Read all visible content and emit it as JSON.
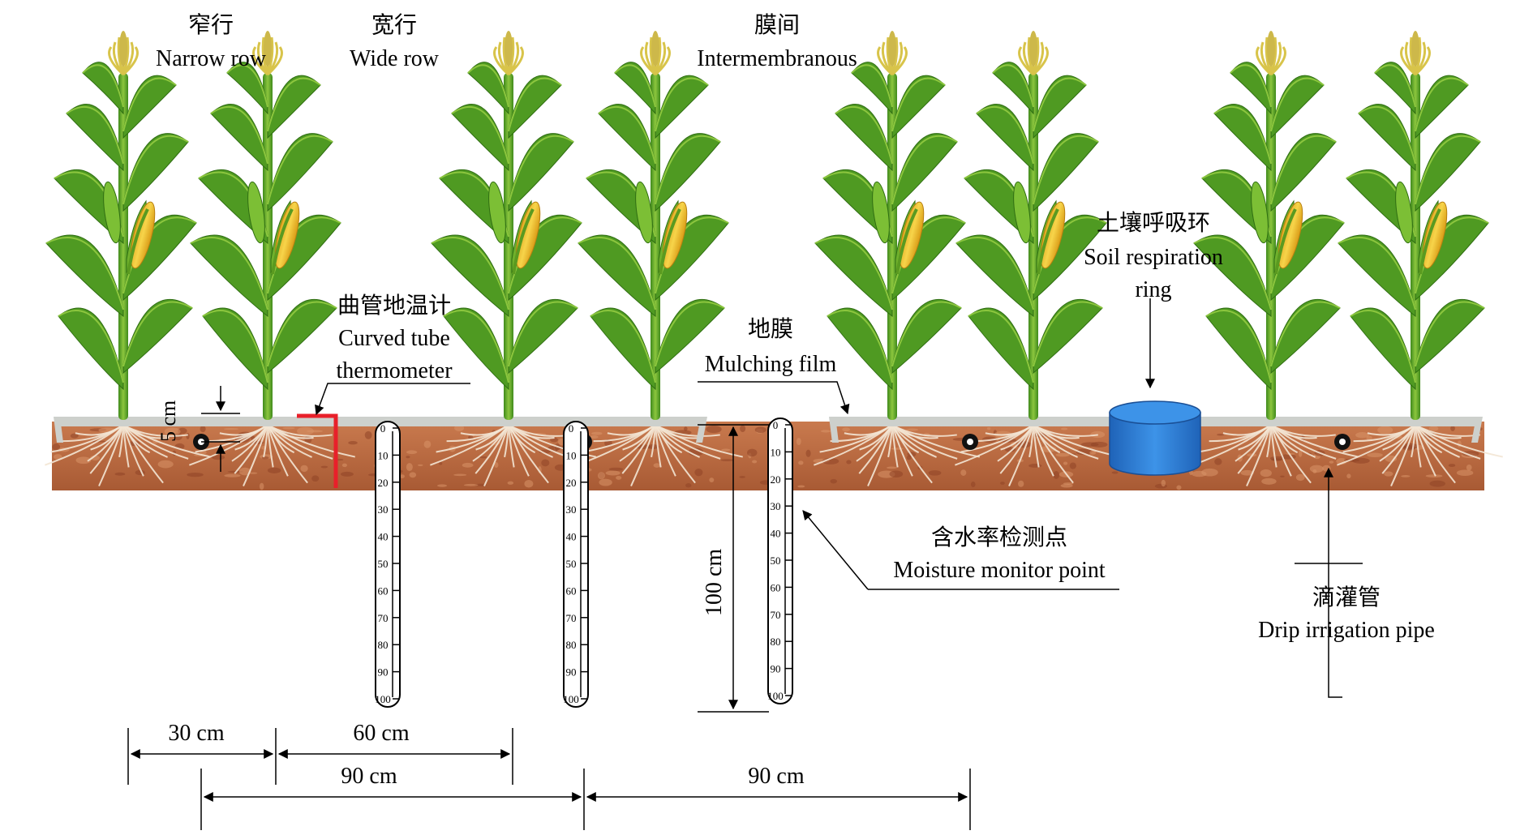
{
  "labels": {
    "narrow_row_cn": "窄行",
    "narrow_row_en": "Narrow row",
    "wide_row_cn": "宽行",
    "wide_row_en": "Wide row",
    "intermembranous_cn": "膜间",
    "intermembranous_en": "Intermembranous",
    "thermometer_cn": "曲管地温计",
    "thermometer_en1": "Curved tube",
    "thermometer_en2": "thermometer",
    "mulching_cn": "地膜",
    "mulching_en": "Mulching film",
    "respiration_cn": "土壤呼吸环",
    "respiration_en1": "Soil respiration",
    "respiration_en2": "ring",
    "moisture_cn": "含水率检测点",
    "moisture_en": "Moisture monitor point",
    "drip_cn": "滴灌管",
    "drip_en": "Drip irrigation pipe"
  },
  "dimensions": {
    "depth_5": "5 cm",
    "depth_100": "100 cm",
    "span_30": "30 cm",
    "span_60": "60 cm",
    "span_90_left": "90 cm",
    "span_90_right": "90 cm"
  },
  "tube_ticks": [
    "0",
    "10",
    "20",
    "30",
    "40",
    "50",
    "60",
    "70",
    "80",
    "90",
    "100"
  ],
  "colors": {
    "soil": "#b9663d",
    "soil_dark": "#8f4426",
    "film": "#c9ccc8",
    "ring": "#2f7fd8",
    "thermometer": "#e8202a",
    "leaf": "#4f9a22",
    "leaf_light": "#8cc63e",
    "cob": "#f2c12e"
  }
}
